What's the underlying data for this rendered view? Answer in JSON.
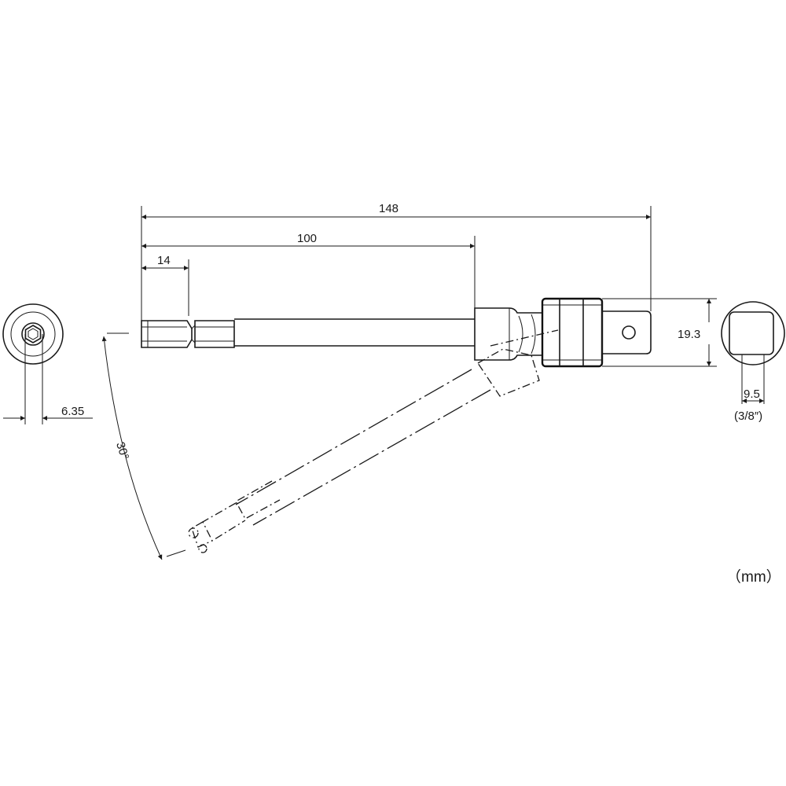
{
  "dimensions": {
    "overall_length": "148",
    "shank_length": "100",
    "hex_tip_length": "14",
    "hex_size": "6.35",
    "head_diameter": "19.3",
    "square_drive": "9.5",
    "square_drive_inch": "(3/8″)",
    "swivel_angle": "30°"
  },
  "unit": "（mm）",
  "colors": {
    "line": "#1a1a1a",
    "background": "#ffffff"
  }
}
